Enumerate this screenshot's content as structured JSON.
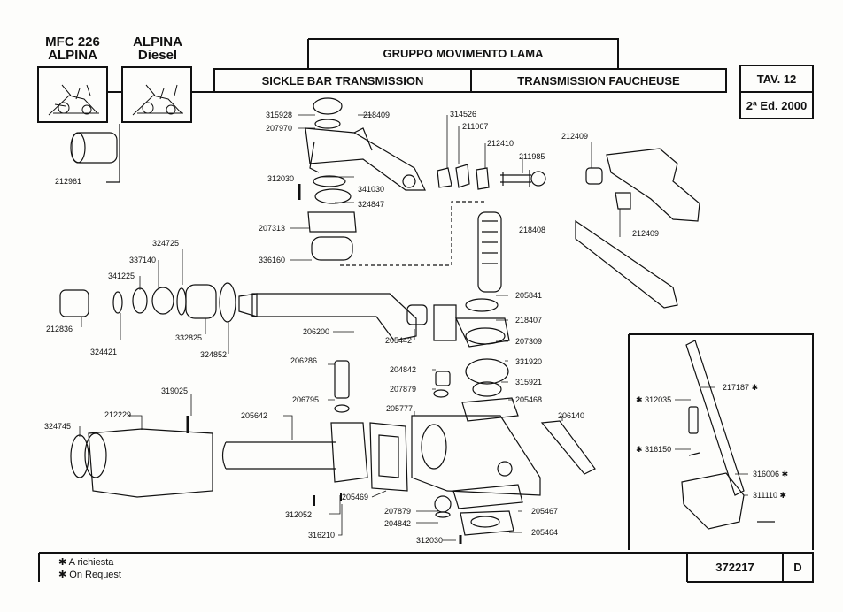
{
  "models": [
    {
      "line1": "MFC 226",
      "line2": "ALPINA"
    },
    {
      "line1": "ALPINA",
      "line2": "Diesel"
    }
  ],
  "header": {
    "group_it": "GRUPPO MOVIMENTO LAMA",
    "group_en": "SICKLE BAR TRANSMISSION",
    "group_fr": "TRANSMISSION FAUCHEUSE",
    "table": "TAV. 12",
    "edition": "2ª Ed. 2000"
  },
  "parts": [
    "212961",
    "315928",
    "207970",
    "218409",
    "314526",
    "211067",
    "212410",
    "211985",
    "212409",
    "312030",
    "341030",
    "324847",
    "207313",
    "336160",
    "218408",
    "212409",
    "324725",
    "337140",
    "341225",
    "212836",
    "324421",
    "332825",
    "324852",
    "206200",
    "205841",
    "218407",
    "205442",
    "207309",
    "331920",
    "315921",
    "205468",
    "206286",
    "204842",
    "207879",
    "206795",
    "205777",
    "206140",
    "319025",
    "212229",
    "324745",
    "205642",
    "205469",
    "312052",
    "316210",
    "207879",
    "204842",
    "312030",
    "205467",
    "205464",
    "312035",
    "217187",
    "316150",
    "316006",
    "311110"
  ],
  "request_mark": "✱",
  "footer": {
    "note_it": "A richiesta",
    "note_en": "On Request",
    "code": "372217",
    "letter": "D"
  }
}
